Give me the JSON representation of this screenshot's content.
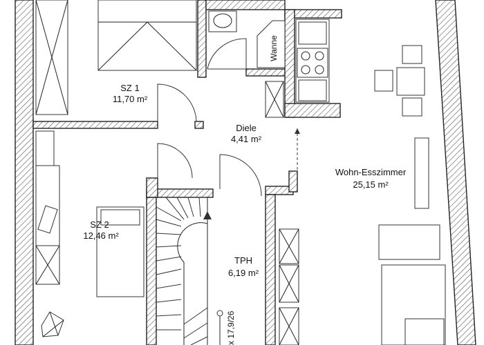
{
  "rooms": {
    "sz1": {
      "name": "SZ 1",
      "area": "11,70 m²"
    },
    "diele": {
      "name": "Diele",
      "area": "4,41 m²"
    },
    "wohn": {
      "name": "Wohn-Esszimmer",
      "area": "25,15 m²"
    },
    "sz2": {
      "name": "SZ 2",
      "area": "12,46 m²"
    },
    "tph": {
      "name": "TPH",
      "area": "6,19 m²"
    }
  },
  "fixtures": {
    "wanne": "Wanne",
    "stair_dimension": "x 17,9/26"
  }
}
